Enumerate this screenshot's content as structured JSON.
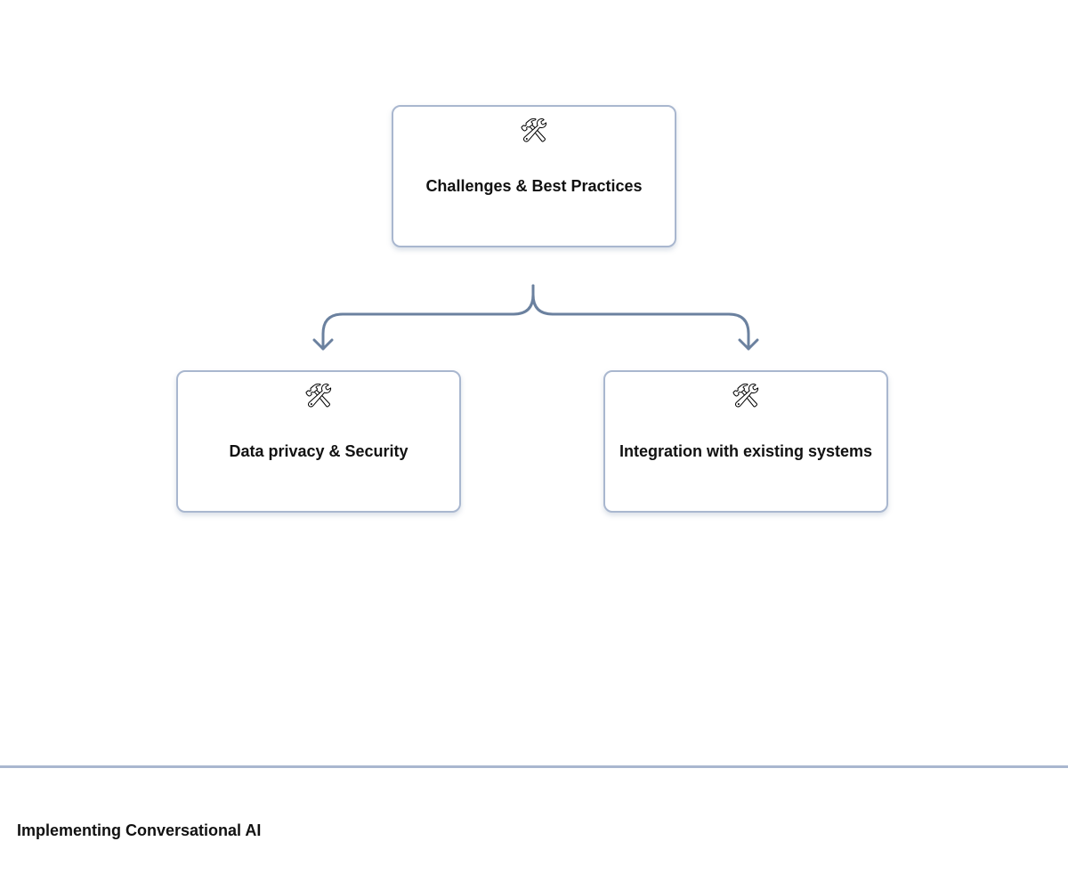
{
  "diagram": {
    "root": {
      "icon": "🛠",
      "icon_name": "hammer-and-wrench-icon",
      "label": "Challenges & Best Practices"
    },
    "children": [
      {
        "icon": "🛠",
        "icon_name": "hammer-and-wrench-icon",
        "label": "Data privacy & Security"
      },
      {
        "icon": "🛠",
        "icon_name": "hammer-and-wrench-icon",
        "label": "Integration with existing systems"
      }
    ]
  },
  "footer": {
    "title": "Implementing Conversational AI"
  },
  "colors": {
    "node_border": "#a9b7cf",
    "connector": "#6b819f",
    "text": "#111111"
  }
}
